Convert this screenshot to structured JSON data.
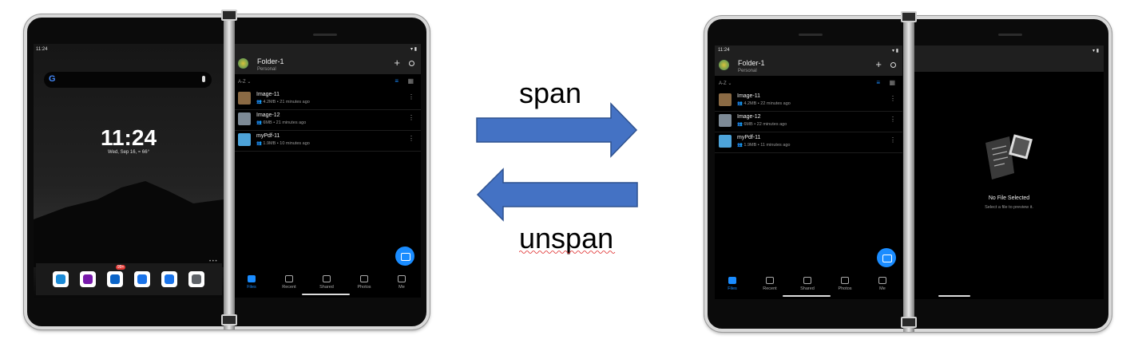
{
  "labels": {
    "span": "span",
    "unspan": "unspan"
  },
  "colors": {
    "arrow_fill": "#4472C4",
    "arrow_stroke": "#2F528F",
    "accent": "#1A8CFF"
  },
  "left_device": {
    "launcher": {
      "status_time": "11:24",
      "clock": "11:24",
      "date_weather": "Wed, Sep 16,  ≈ 66°",
      "search_icon": "google-g-icon",
      "dock": [
        {
          "name": "edge-icon",
          "color": "#1b8ad6"
        },
        {
          "name": "onenote-icon",
          "color": "#7719aa"
        },
        {
          "name": "outlook-icon",
          "color": "#0a64c8",
          "badge": "99+"
        },
        {
          "name": "phone-icon",
          "color": "#1a73e8"
        },
        {
          "name": "messages-icon",
          "color": "#1a73e8"
        },
        {
          "name": "camera-icon",
          "color": "#5f6368"
        }
      ]
    },
    "app": {
      "folder": "Folder-1",
      "subtitle": "Personal",
      "sort": "A-Z ⌄",
      "items": [
        {
          "title": "Image-11",
          "meta": "👥 4.2MB • 21 minutes ago",
          "thumb": "#8a6a44"
        },
        {
          "title": "Image-12",
          "meta": "👥 6MB • 21 minutes ago",
          "thumb": "#7d8a96"
        },
        {
          "title": "myPdf-11",
          "meta": "👥 1.9MB • 10 minutes ago",
          "thumb": "#4da3d9"
        }
      ],
      "nav": [
        "Files",
        "Recent",
        "Shared",
        "Photos",
        "Me"
      ]
    }
  },
  "right_device": {
    "app": {
      "status_time": "11:24",
      "folder": "Folder-1",
      "subtitle": "Personal",
      "sort": "A-Z ⌄",
      "items": [
        {
          "title": "Image-11",
          "meta": "👥 4.2MB • 22 minutes ago",
          "thumb": "#8a6a44"
        },
        {
          "title": "Image-12",
          "meta": "👥 6MB • 22 minutes ago",
          "thumb": "#7d8a96"
        },
        {
          "title": "myPdf-11",
          "meta": "👥 1.9MB • 11 minutes ago",
          "thumb": "#4da3d9"
        }
      ],
      "nav": [
        "Files",
        "Recent",
        "Shared",
        "Photos",
        "Me"
      ]
    },
    "preview": {
      "title": "No File Selected",
      "subtitle": "Select a file to preview it."
    }
  }
}
